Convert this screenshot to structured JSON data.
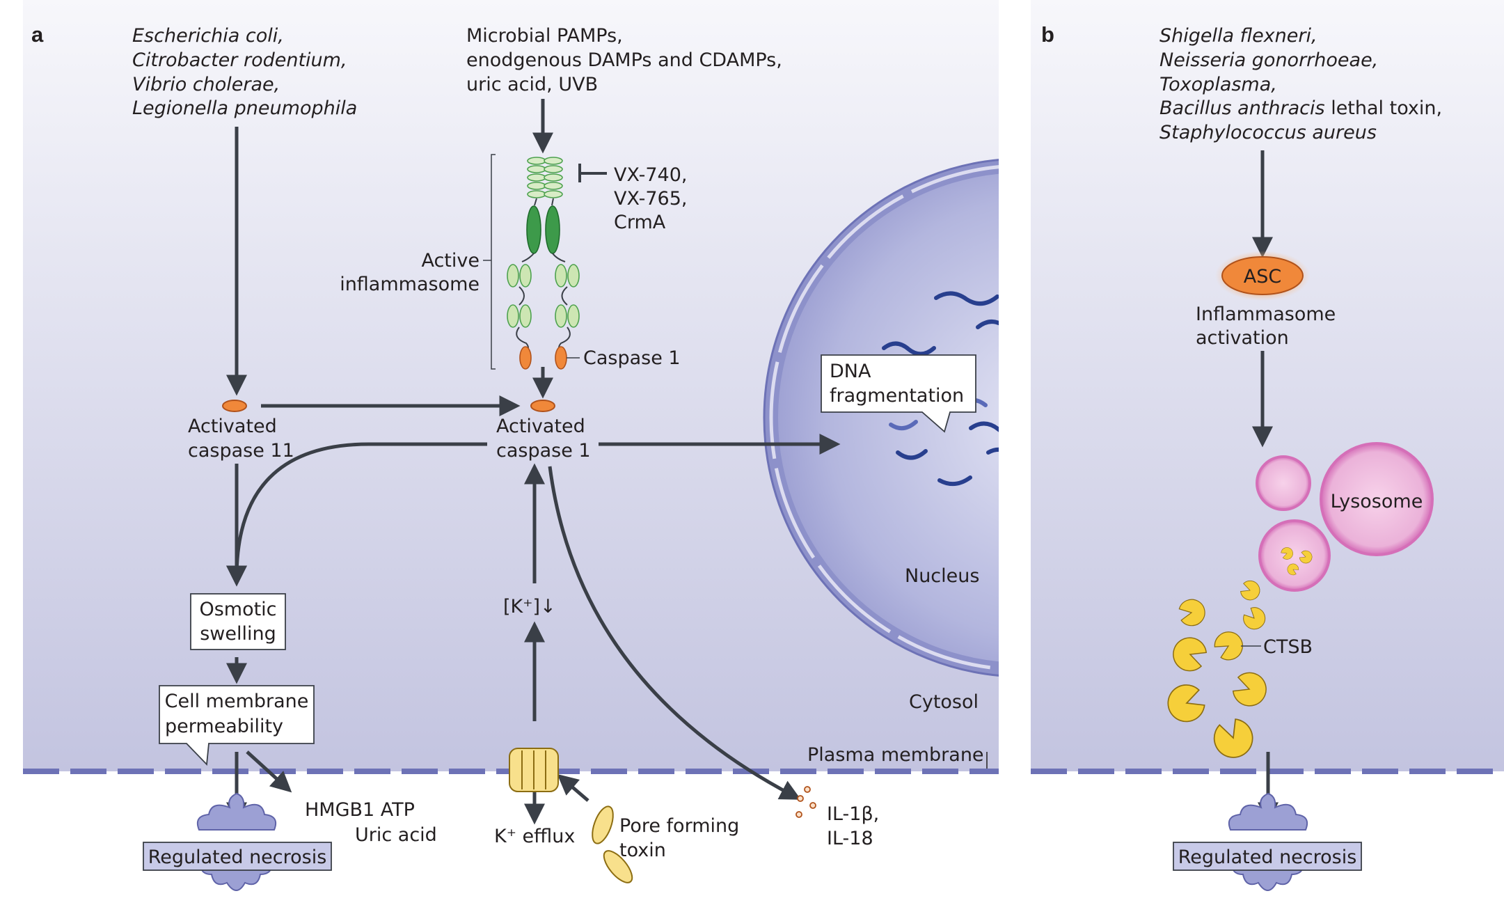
{
  "panel_a": {
    "letter": "a",
    "bacteria": [
      "Escherichia coli,",
      "Citrobacter rodentium,",
      "Vibrio cholerae,",
      "Legionella pneumophila"
    ],
    "stimuli": [
      "Microbial PAMPs,",
      "enodgenous DAMPs and CDAMPs,",
      "uric acid, UVB"
    ],
    "inhibitors": [
      "VX-740,",
      "VX-765,",
      "CrmA"
    ],
    "active_inflammasome": [
      "Active",
      "inflammasome"
    ],
    "caspase1_label": "Caspase 1",
    "activated_caspase11": [
      "Activated",
      "caspase 11"
    ],
    "activated_caspase1": [
      "Activated",
      "caspase 1"
    ],
    "dna_fragmentation": [
      "DNA",
      "fragmentation"
    ],
    "nucleus": "Nucleus",
    "cytosol": "Cytosol",
    "plasma_membrane": "Plasma membrane",
    "osmotic_swelling": [
      "Osmotic",
      "swelling"
    ],
    "cell_membrane_permeability": [
      "Cell membrane",
      "permeability"
    ],
    "potassium": "[K⁺]↓",
    "hmgb1_atp": "HMGB1   ATP",
    "uric_acid": "Uric acid",
    "regulated_necrosis": "Regulated necrosis",
    "k_efflux": "K⁺ efflux",
    "pore_forming_toxin": [
      "Pore forming",
      "toxin"
    ],
    "cytokines": [
      "IL-1β,",
      "IL-18"
    ]
  },
  "panel_b": {
    "letter": "b",
    "pathogens": [
      {
        "italic": "Shigella flexneri,",
        "plain": ""
      },
      {
        "italic": "Neisseria gonorrhoeae,",
        "plain": ""
      },
      {
        "italic": "Toxoplasma,",
        "plain": ""
      },
      {
        "italic": "Bacillus anthracis",
        "plain": " lethal toxin,"
      },
      {
        "italic": "Staphylococcus aureus",
        "plain": ""
      }
    ],
    "asc": "ASC",
    "inflammasome_activation": [
      "Inflammasome",
      "activation"
    ],
    "lysosome": "Lysosome",
    "ctsb": "CTSB",
    "regulated_necrosis": "Regulated necrosis"
  },
  "colors": {
    "cytosol_top": "#f7f7fb",
    "cytosol_bottom": "#c3c4e0",
    "membrane": "#6d72b6",
    "nucleus": "#8d91ca",
    "dna": "#283f8e",
    "caspase": "#f0883a",
    "inflammasome_green": "#4da14e",
    "lysosome": "#d56fb8",
    "ctsb": "#f6cf3a",
    "arrow": "#3a3f47"
  }
}
